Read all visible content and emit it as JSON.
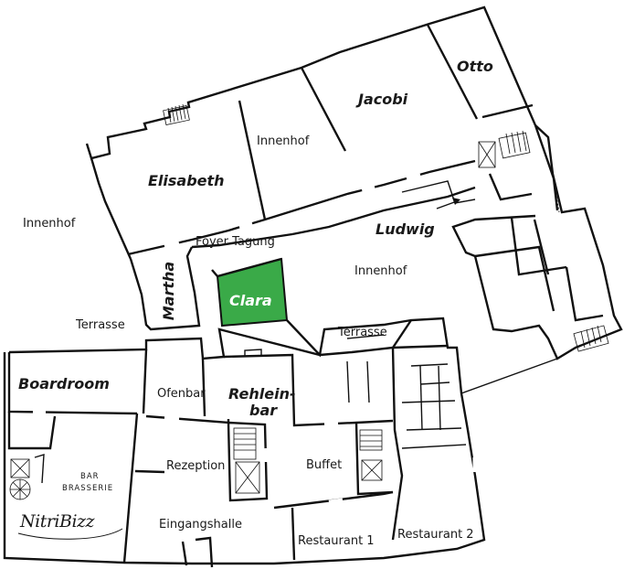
{
  "map": {
    "highlight_color": "#3aaa48",
    "rooms": {
      "otto": "Otto",
      "jacobi": "Jacobi",
      "elisabeth": "Elisabeth",
      "ludwig": "Ludwig",
      "martha": "Martha",
      "clara": "Clara",
      "boardroom": "Boardroom",
      "rehlein_line1": "Rehlein-",
      "rehlein_line2": "bar"
    },
    "areas": {
      "innenhof_top": "Innenhof",
      "innenhof_left": "Innenhof",
      "innenhof_right": "Innenhof",
      "foyer": "Foyer Tagung",
      "terrasse_left": "Terrasse",
      "terrasse_mid": "Terrasse",
      "ofenbar": "Ofenbar",
      "rezeption": "Rezeption",
      "buffet": "Buffet",
      "eingangshalle": "Eingangshalle",
      "restaurant1": "Restaurant 1",
      "restaurant2": "Restaurant 2",
      "bar_line1": "BAR",
      "bar_line2": "BRASSERIE"
    },
    "logo_text": "NitriBizz"
  }
}
